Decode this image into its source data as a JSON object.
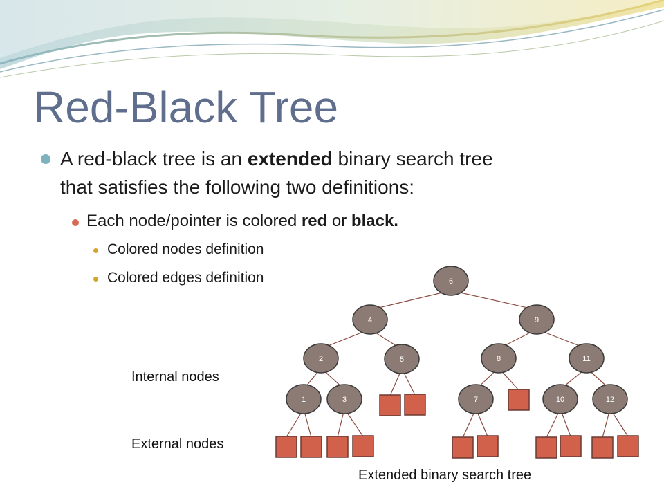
{
  "slide": {
    "title": "Red-Black Tree",
    "bullet1": {
      "pre": "A red-black tree is an ",
      "bold": "extended",
      "post": " binary search tree",
      "line2": "that satisfies the following two definitions:"
    },
    "bullet2": {
      "pre": "Each node/pointer is colored ",
      "bold1": "red",
      "mid": " or ",
      "bold2": "black."
    },
    "sub_items": [
      "Colored nodes definition",
      "Colored edges definition"
    ]
  },
  "diagram": {
    "internal_label": "Internal nodes",
    "external_label": "External nodes",
    "caption": "Extended binary search tree",
    "internal_nodes": [
      {
        "id": "n6",
        "label": "6"
      },
      {
        "id": "n4",
        "label": "4"
      },
      {
        "id": "n9",
        "label": "9"
      },
      {
        "id": "n2",
        "label": "2"
      },
      {
        "id": "n5",
        "label": "5"
      },
      {
        "id": "n8",
        "label": "8"
      },
      {
        "id": "n11",
        "label": "11"
      },
      {
        "id": "n1",
        "label": "1"
      },
      {
        "id": "n3",
        "label": "3"
      },
      {
        "id": "n7",
        "label": "7"
      },
      {
        "id": "n10",
        "label": "10"
      },
      {
        "id": "n12",
        "label": "12"
      }
    ],
    "edges": [
      [
        "n6",
        "n4"
      ],
      [
        "n6",
        "n9"
      ],
      [
        "n4",
        "n2"
      ],
      [
        "n4",
        "n5"
      ],
      [
        "n9",
        "n8"
      ],
      [
        "n9",
        "n11"
      ],
      [
        "n2",
        "n1"
      ],
      [
        "n2",
        "n3"
      ],
      [
        "n8",
        "n7"
      ],
      [
        "n11",
        "n10"
      ],
      [
        "n11",
        "n12"
      ],
      [
        "n5",
        "e5a"
      ],
      [
        "n5",
        "e5b"
      ],
      [
        "n8",
        "e8"
      ],
      [
        "n1",
        "e1a"
      ],
      [
        "n1",
        "e1b"
      ],
      [
        "n3",
        "e3a"
      ],
      [
        "n3",
        "e3b"
      ],
      [
        "n7",
        "e7a"
      ],
      [
        "n7",
        "e7b"
      ],
      [
        "n10",
        "e10a"
      ],
      [
        "n10",
        "e10b"
      ],
      [
        "n12",
        "e12a"
      ],
      [
        "n12",
        "e12b"
      ]
    ],
    "external_nodes": [
      "e5a",
      "e5b",
      "e8",
      "e1a",
      "e1b",
      "e3a",
      "e3b",
      "e7a",
      "e7b",
      "e10a",
      "e10b",
      "e12a",
      "e12b"
    ],
    "colors": {
      "node_fill": "#8c7b74",
      "node_stroke": "#3a3a3a",
      "node_text": "#ffffff",
      "ext_fill": "#d2614c",
      "ext_stroke": "#6b3a33",
      "edge": "#8a4a40"
    }
  }
}
